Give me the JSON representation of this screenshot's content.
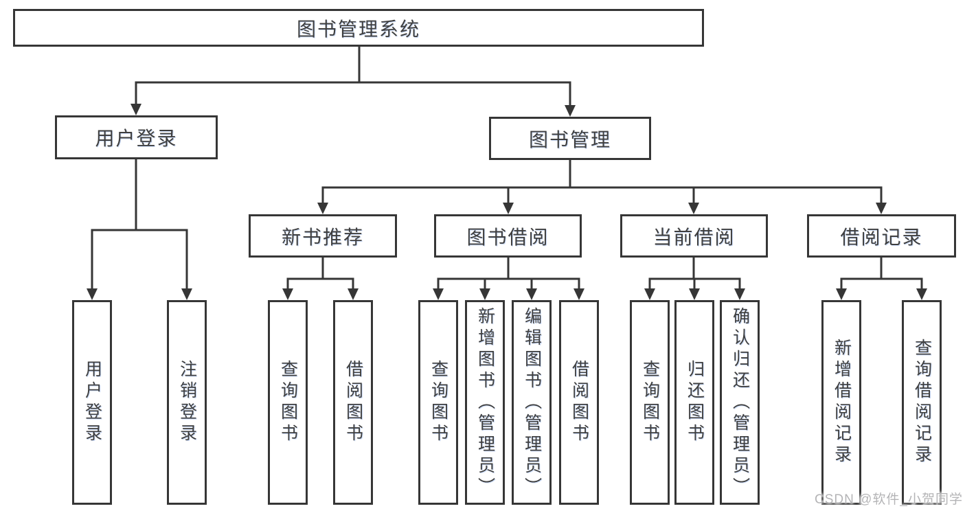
{
  "diagram": {
    "root": {
      "label": "图书管理系统"
    },
    "branches": [
      {
        "label": "用户登录",
        "children": [
          {
            "label": "用户登录"
          },
          {
            "label": "注销登录"
          }
        ]
      },
      {
        "label": "图书管理",
        "children": [
          {
            "label": "新书推荐",
            "children": [
              {
                "label": "查询图书"
              },
              {
                "label": "借阅图书"
              }
            ]
          },
          {
            "label": "图书借阅",
            "children": [
              {
                "label": "查询图书"
              },
              {
                "label": "新增图书（管理员）"
              },
              {
                "label": "编辑图书（管理员）"
              },
              {
                "label": "借阅图书"
              }
            ]
          },
          {
            "label": "当前借阅",
            "children": [
              {
                "label": "查询图书"
              },
              {
                "label": "归还图书"
              },
              {
                "label": "确认归还（管理员）"
              }
            ]
          },
          {
            "label": "借阅记录",
            "children": [
              {
                "label": "新增借阅记录"
              },
              {
                "label": "查询借阅记录"
              }
            ]
          }
        ]
      }
    ]
  },
  "watermark": {
    "text": "CSDN @软件_小贺同学"
  },
  "colors": {
    "line": "#363636",
    "text": "#3f3f3f",
    "watermark": "#b4b4b6",
    "background": "#ffffff"
  }
}
